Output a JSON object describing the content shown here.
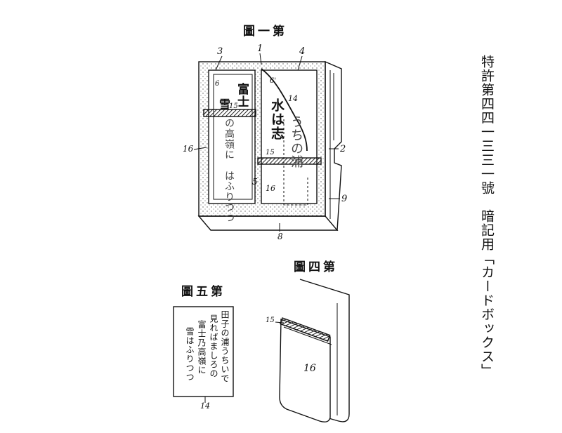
{
  "titles": {
    "fig1": "圖一第",
    "fig4": "圖四第",
    "fig5": "圖五第"
  },
  "side": {
    "patent": "特許第四四一三三一號",
    "name": "暗記用「カードボックス」"
  },
  "labels": {
    "n1": "1",
    "n2": "2",
    "n3": "3",
    "n4": "4",
    "n5": "5",
    "n6": "6",
    "n6p": "6'",
    "n8": "8",
    "n9": "9",
    "n14a": "14",
    "n14b": "14",
    "n15a": "15",
    "n15b": "15",
    "n15c": "15",
    "n16a": "16",
    "n16b": "16",
    "n16c": "16"
  },
  "card_text": {
    "left_top": "富士",
    "left_mid": "雪",
    "left_rest": "の高嶺に　はふりつつ",
    "right_top": "水は志",
    "right_hw": "うちの浦",
    "fig5_lines": [
      "田子の浦うちいで",
      "見ればましろの",
      "富士乃高嶺に",
      "雪はふりつつ"
    ]
  }
}
